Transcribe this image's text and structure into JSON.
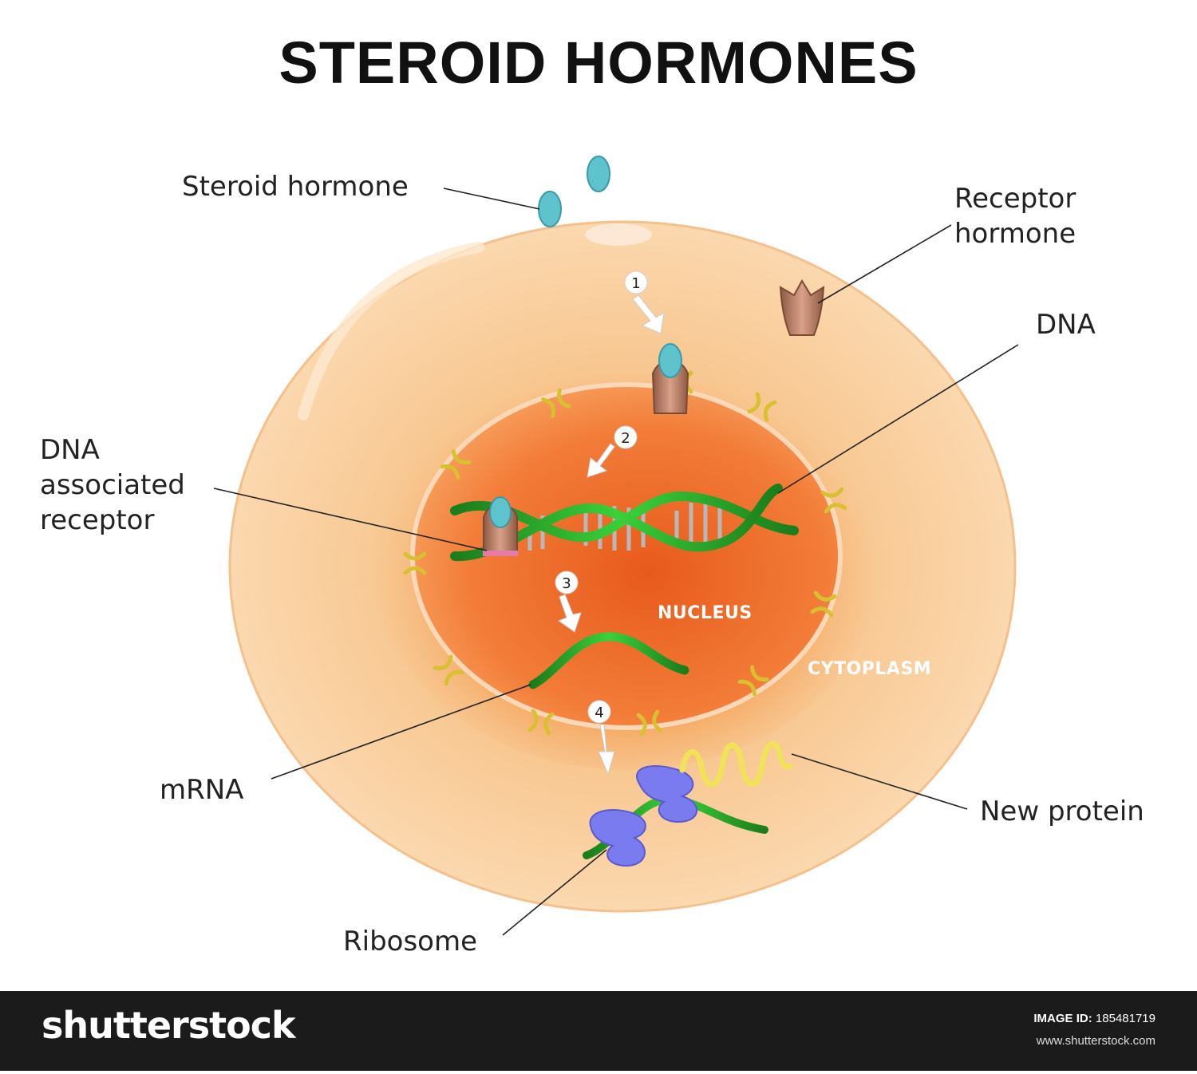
{
  "title": "STEROID HORMONES",
  "labels": {
    "steroid_hormone": "Steroid hormone",
    "receptor_hormone_line1": "Receptor",
    "receptor_hormone_line2": "hormone",
    "dna": "DNA",
    "dna_receptor_line1": "DNA",
    "dna_receptor_line2": "associated",
    "dna_receptor_line3": "receptor",
    "mrna": "mRNA",
    "new_protein": "New protein",
    "ribosome": "Ribosome",
    "nucleus": "NUCLEUS",
    "cytoplasm": "CYTOPLASM"
  },
  "steps": [
    "1",
    "2",
    "3",
    "4"
  ],
  "footer": {
    "brand": "shutterstock",
    "image_id_label": "IMAGE ID:",
    "image_id": "185481719",
    "site": "www.shutterstock.com"
  },
  "colors": {
    "cytoplasm": "#fcd9b0",
    "nucleus": "#f07a2c",
    "hormone": "#5ec3cc",
    "receptor": "#b9826a",
    "dna": "#2aa52a",
    "ribosome": "#7b7bf0",
    "protein": "#f0e050"
  }
}
